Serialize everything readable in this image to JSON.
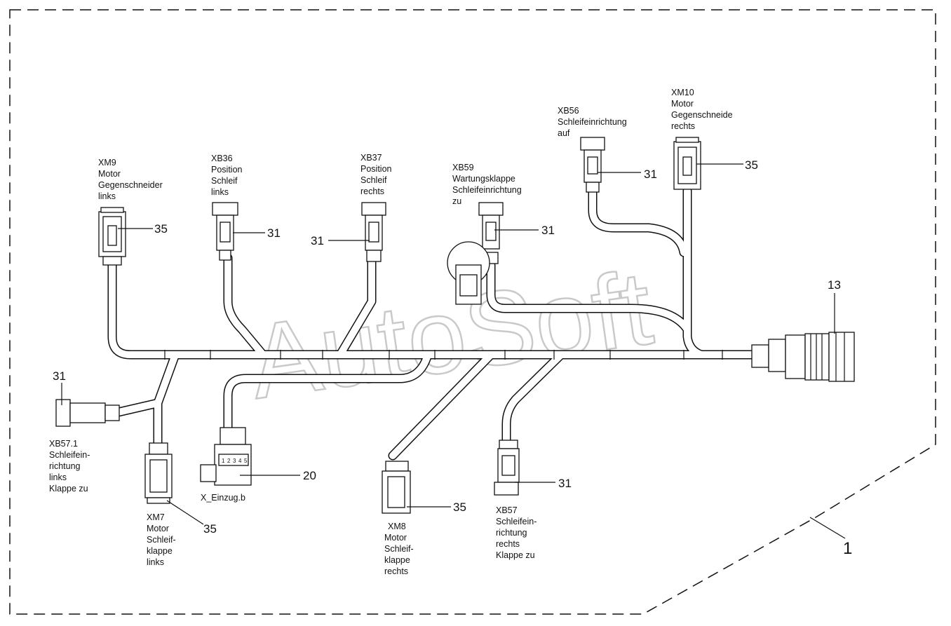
{
  "watermark": "AutoSoft",
  "item_numbers": {
    "assembly": "1",
    "plug_connector": "13",
    "x_einzug_connector": "20",
    "xb36": "31",
    "xb37": "31",
    "xb59": "31",
    "xb56": "31",
    "xb57_1": "31",
    "xb57": "31",
    "xm9": "35",
    "xm10": "35",
    "xm7": "35",
    "xm8": "35"
  },
  "connector_pins": [
    "1",
    "2",
    "3",
    "4",
    "5"
  ],
  "labels": {
    "xm9": [
      "XM9",
      "Motor",
      "Gegenschneider",
      "links"
    ],
    "xb36": [
      "XB36",
      "Position",
      "Schleif",
      "links"
    ],
    "xb37": [
      "XB37",
      "Position",
      "Schleif",
      "rechts"
    ],
    "xb59": [
      "XB59",
      "Wartungsklappe",
      "Schleifeinrichtung",
      "zu"
    ],
    "xb56": [
      "XB56",
      "Schleifeinrichtung",
      "auf"
    ],
    "xm10": [
      "XM10",
      "Motor",
      "Gegenschneide",
      "rechts"
    ],
    "xb57_1": [
      "XB57.1",
      "Schleifein-",
      "richtung",
      "links",
      "Klappe zu"
    ],
    "xm7": [
      "XM7",
      "Motor",
      "Schleif-",
      "klappe",
      "links"
    ],
    "x_einzug": [
      "X_Einzug.b"
    ],
    "xm8": [
      "XM8",
      "Motor",
      "Schleif-",
      "klappe",
      "rechts"
    ],
    "xb57": [
      "XB57",
      "Schleifein-",
      "richtung",
      "rechts",
      "Klappe zu"
    ]
  }
}
